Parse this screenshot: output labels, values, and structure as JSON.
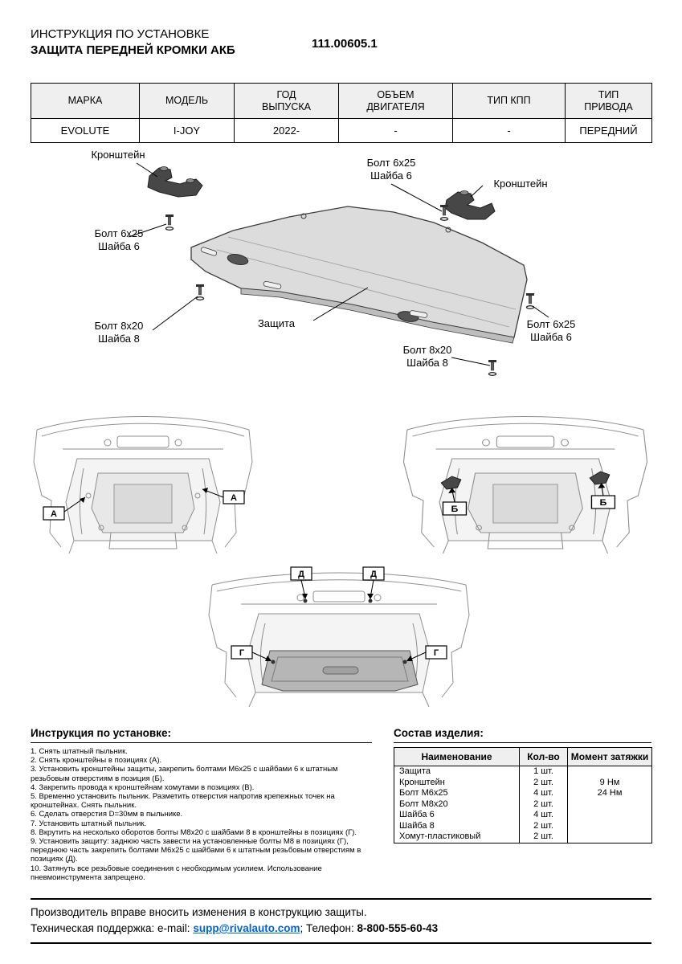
{
  "header": {
    "title_line1": "ИНСТРУКЦИЯ ПО УСТАНОВКЕ",
    "title_line2": "ЗАЩИТА ПЕРЕДНЕЙ КРОМКИ АКБ",
    "part_number": "111.00605.1"
  },
  "spec_table": {
    "headers": [
      "МАРКА",
      "МОДЕЛЬ",
      "ГОД\nВЫПУСКА",
      "ОБЪЕМ\nДВИГАТЕЛЯ",
      "ТИП КПП",
      "ТИП\nПРИВОДА"
    ],
    "row": [
      "EVOLUTE",
      "I-JOY",
      "2022-",
      "-",
      "-",
      "ПЕРЕДНИЙ"
    ]
  },
  "exploded": {
    "labels": {
      "bracket_left": "Кронштейн",
      "bolt_6x25_left": "Болт 6х25\nШайба 6",
      "bolt_6x25_top": "Болт 6х25\nШайба 6",
      "bracket_right": "Кронштейн",
      "bolt_8x20_left": "Болт 8х20\nШайба 8",
      "shield": "Защита",
      "bolt_6x25_right": "Болт 6х25\nШайба 6",
      "bolt_8x20_bottom": "Болт 8х20\nШайба 8"
    }
  },
  "markers": {
    "a": "А",
    "b": "Б",
    "g": "Г",
    "d": "Д"
  },
  "instructions": {
    "heading": "Инструкция по установке:",
    "steps": [
      "1. Снять штатный пыльник.",
      "2. Снять кронштейны в позициях (А).",
      "3. Установить кронштейны защиты, закрепить болтами М6х25 с шайбами 6 к штатным резьбовым отверстиям в позиция (Б).",
      "4. Закрепить провода к кронштейнам хомутами в позициях (В).",
      "5. Временно установить пыльник. Разметить отверстия напротив крепежных точек на кронштейнах. Снять пыльник.",
      "6. Сделать отверстия D=30мм в пыльнике.",
      "7. Установить штатный пыльник.",
      "8. Вкрутить на несколько оборотов болты М8х20 с шайбами 8 в кронштейны в позициях (Г).",
      "9. Установить защиту: заднюю часть завести на установленные болты М8 в позициях (Г), переднюю часть закрепить болтами М6х25 с шайбами 6 к штатным резьбовым отверстиям в позициях (Д).",
      "10. Затянуть все резьбовые соединения с необходимым усилием. Использование пневмоинструмента запрещено."
    ]
  },
  "parts": {
    "heading": "Состав изделия:",
    "headers": [
      "Наименование",
      "Кол-во",
      "Момент затяжки"
    ],
    "rows": [
      {
        "name": "Защита",
        "qty": "1 шт.",
        "torque": ""
      },
      {
        "name": "Кронштейн",
        "qty": "2 шт.",
        "torque": "9 Нм"
      },
      {
        "name": "Болт М6х25",
        "qty": "4 шт.",
        "torque": "24 Нм"
      },
      {
        "name": "Болт М8х20",
        "qty": "2 шт.",
        "torque": ""
      },
      {
        "name": "Шайба 6",
        "qty": "4 шт.",
        "torque": ""
      },
      {
        "name": "Шайба 8",
        "qty": "2 шт.",
        "torque": ""
      },
      {
        "name": "Хомут-пластиковый",
        "qty": "2 шт.",
        "torque": ""
      }
    ]
  },
  "footer": {
    "line1": "Производитель вправе вносить изменения в конструкцию защиты.",
    "line2_prefix": "Техническая поддержка:  e-mail: ",
    "email": "supp@rivalauto.com",
    "line2_mid": "; Телефон: ",
    "phone": "8-800-555-60-43"
  }
}
